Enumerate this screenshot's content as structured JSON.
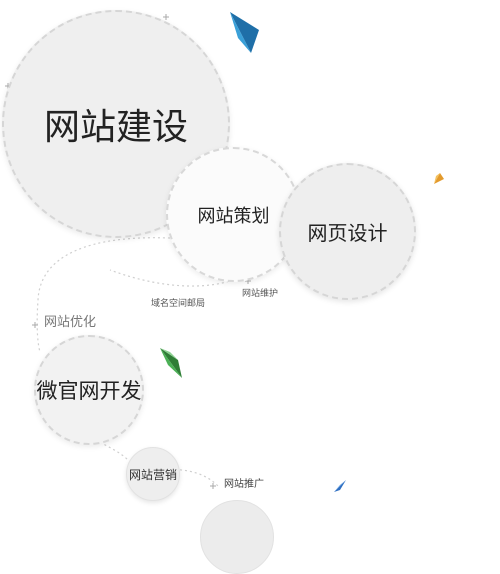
{
  "bubbles": {
    "main": "网站建设",
    "plan": "网站策划",
    "design": "网页设计",
    "wx": "微官网开发",
    "marketing": "网站营销"
  },
  "labels": {
    "domain": "域名空间邮局",
    "maintenance": "网站维护",
    "seo": "网站优化",
    "promotion": "网站推广"
  },
  "colors": {
    "gem_blue": "#2f8fc7",
    "gem_green": "#3f9a48",
    "gem_orange": "#e6a23c",
    "circle_fill": "#efefef",
    "dash_line": "#cfcfcf"
  }
}
